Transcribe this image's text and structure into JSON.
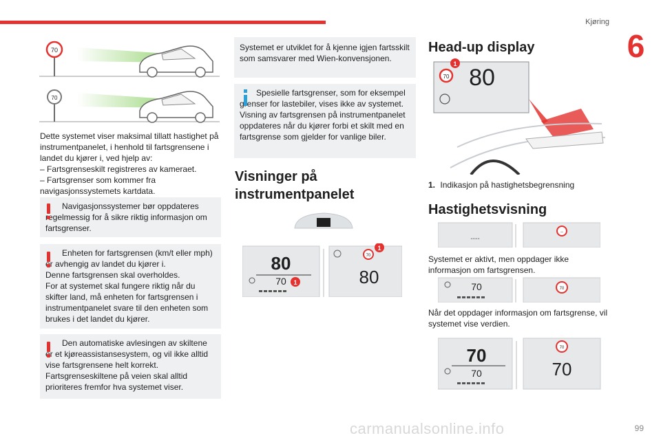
{
  "header": {
    "section": "Kjøring",
    "chapter": "6"
  },
  "col1": {
    "intro": [
      "Dette systemet viser maksimal tillatt hastighet på instrumentpanelet, i henhold til fartsgrensene i landet du kjører i, ved hjelp av:",
      "– Fartsgrenseskilt registreres av kameraet.",
      "– Fartsgrenser som kommer fra navigasjonssystemets kartdata."
    ],
    "warning1": [
      "Navigasjonssystemer bør oppdateres regelmessig for å sikre riktig informasjon om fartsgrenser."
    ],
    "warning2": [
      "Enheten for fartsgrensen (km/t eller mph) er avhengig av landet du kjører i.",
      "Denne fartsgrensen skal overholdes.",
      "For at systemet skal fungere riktig når du skifter land, må enheten for fartsgrensen i instrumentpanelet svare til den enheten som brukes i det landet du kjører."
    ],
    "warning3": [
      "Den automatiske avlesingen av skiltene er et kjøreassistansesystem, og vil ikke alltid vise fartsgrensene helt korrekt.",
      "Fartsgrenseskiltene på veien skal alltid prioriteres fremfor hva systemet viser."
    ],
    "sign_value": "70"
  },
  "col2": {
    "note_box": "Systemet er utviklet for å kjenne igjen fartsskilt som samsvarer med Wien-konvensjonen.",
    "info_box": [
      "Spesielle fartsgrenser, som for eksempel grenser for lastebiler, vises ikke av systemet.",
      "Visning av fartsgrensen på instrumentpanelet oppdateres når du kjører forbi et skilt med en fartsgrense som gjelder for vanlige biler."
    ],
    "heading": "Visninger på instrumentpanelet",
    "cluster": {
      "big": "80",
      "small": "70",
      "sign": "70",
      "right_big": "80",
      "callout": "1"
    }
  },
  "col3": {
    "heading_hud": "Head-up display",
    "hud": {
      "speed": "80",
      "sign": "70",
      "callout": "1"
    },
    "legend": {
      "num": "1.",
      "text": "Indikasjon på hastighetsbegrensning"
    },
    "heading_speed": "Hastighetsvisning",
    "row1": {
      "left": "----",
      "right": "--"
    },
    "text1": "Systemet er aktivt, men oppdager ikke informasjon om fartsgrensen.",
    "row2": {
      "left": "70",
      "right": "70"
    },
    "text2": "Når det oppdager informasjon om fartsgrense, vil systemet vise verdien.",
    "row3": {
      "big": "70",
      "small": "70",
      "sign": "70",
      "right": "70"
    }
  },
  "footer": {
    "page": "99",
    "watermark": "carmanualsonline.info"
  },
  "colors": {
    "accent": "#e3322f",
    "info": "#2f9fd8",
    "box": "#eef0f2"
  }
}
